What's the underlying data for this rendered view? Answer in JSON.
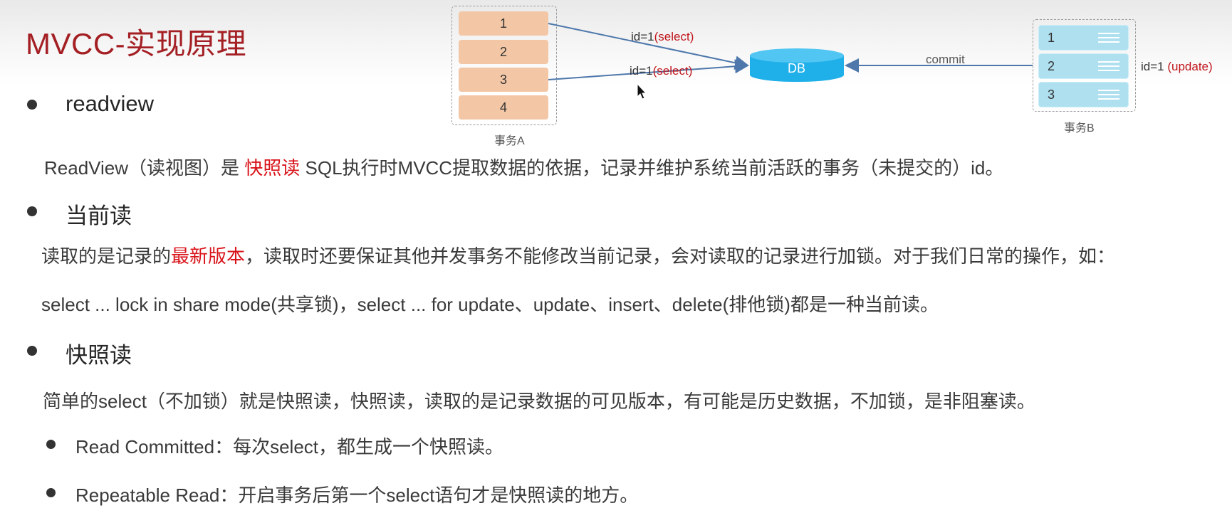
{
  "slide": {
    "title": "MVCC-实现原理"
  },
  "diagram": {
    "txA": {
      "rows": [
        "1",
        "2",
        "3",
        "4"
      ],
      "caption": "事务A"
    },
    "txB": {
      "rows": [
        "1",
        "2",
        "3"
      ],
      "caption": "事务B",
      "label_id": "id=1 ",
      "label_op": "(update)"
    },
    "db_label": "DB",
    "arrow1": {
      "id": "id=1",
      "op": "(select)"
    },
    "arrow2": {
      "id": "id=1",
      "op": "(select)"
    },
    "commit_label": "commit",
    "colors": {
      "tx_a_row": "#f3c7a6",
      "tx_b_row": "#aee0f0",
      "db": "#1fb0ea",
      "arrow": "#4e78ab",
      "highlight": "#d9141b"
    }
  },
  "sections": {
    "readview": {
      "heading": "readview",
      "text_pre": "ReadView（读视图）是 ",
      "text_hl": "快照读",
      "text_post": " SQL执行时MVCC提取数据的依据，记录并维护系统当前活跃的事务（未提交的）id。"
    },
    "current_read": {
      "heading": "当前读",
      "line1_pre": "读取的是记录的",
      "line1_hl": "最新版本",
      "line1_post": "，读取时还要保证其他并发事务不能修改当前记录，会对读取的记录进行加锁。对于我们日常的操作，如：",
      "line2": "select ... lock in share mode(共享锁)，select ... for update、update、insert、delete(排他锁)都是一种当前读。"
    },
    "snapshot_read": {
      "heading": "快照读",
      "text": "简单的select（不加锁）就是快照读，快照读，读取的是记录数据的可见版本，有可能是历史数据，不加锁，是非阻塞读。",
      "items": [
        "Read Committed：每次select，都生成一个快照读。",
        "Repeatable Read：开启事务后第一个select语句才是快照读的地方。"
      ]
    }
  }
}
